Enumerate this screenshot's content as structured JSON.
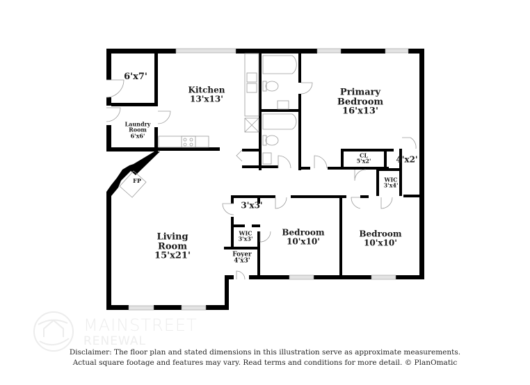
{
  "floor_plan": {
    "rooms": [
      {
        "id": "closet-6x7",
        "name": "",
        "size": "6'x7'"
      },
      {
        "id": "laundry",
        "name": "Laundry Room",
        "size": "6'x6'",
        "name_line1": "Laundry",
        "name_line2": "Room"
      },
      {
        "id": "kitchen",
        "name": "Kitchen",
        "size": "13'x13'"
      },
      {
        "id": "primary-bedroom",
        "name": "Primary Bedroom",
        "size": "16'x13'",
        "name_line1": "Primary",
        "name_line2": "Bedroom"
      },
      {
        "id": "closet-cl",
        "name": "CL",
        "size": "5'x2'"
      },
      {
        "id": "closet-4x2",
        "name": "",
        "size": "4'x2'"
      },
      {
        "id": "wic-primary",
        "name": "WIC",
        "size": "3'x4'"
      },
      {
        "id": "fireplace",
        "name": "FP",
        "size": ""
      },
      {
        "id": "closet-3x3",
        "name": "",
        "size": "3'x3'"
      },
      {
        "id": "wic-hall",
        "name": "WIC",
        "size": "3'x3'"
      },
      {
        "id": "foyer",
        "name": "Foyer",
        "size": "4'x3'"
      },
      {
        "id": "living-room",
        "name": "Living Room",
        "size": "15'x21'",
        "name_line1": "Living",
        "name_line2": "Room"
      },
      {
        "id": "bedroom-1",
        "name": "Bedroom",
        "size": "10'x10'"
      },
      {
        "id": "bedroom-2",
        "name": "Bedroom",
        "size": "10'x10'"
      }
    ],
    "colors": {
      "wall": "#000000",
      "fixture": "#b8b8b8",
      "window": "#d9d9d9",
      "text": "#1a1a1a"
    }
  },
  "branding": {
    "watermark_line1": "MAINSTREET",
    "watermark_line2": "RENEWAL"
  },
  "disclaimer": {
    "line1": "Disclaimer: The floor plan and stated dimensions in this illustration serve as approximate measurements.",
    "line2": "Actual square footage and features may vary. Read terms and conditions for more detail. © PlanOmatic"
  }
}
